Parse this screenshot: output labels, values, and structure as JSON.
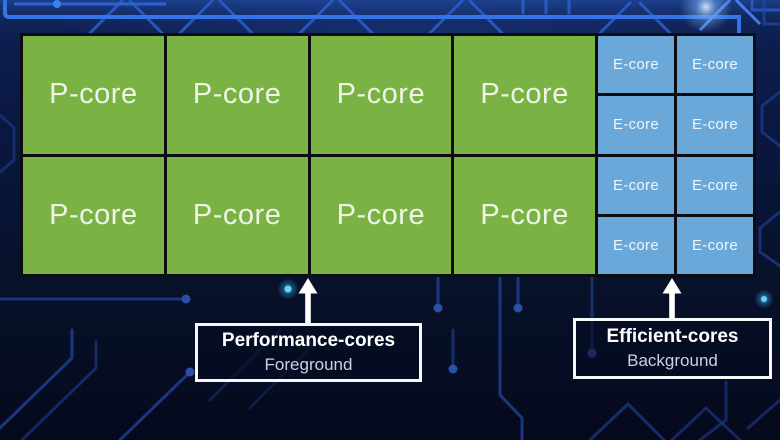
{
  "diagram": {
    "name": "hybrid-cpu-core-architecture",
    "grid": {
      "p_cores": [
        "P-core",
        "P-core",
        "P-core",
        "P-core",
        "P-core",
        "P-core",
        "P-core",
        "P-core"
      ],
      "e_cores": [
        "E-core",
        "E-core",
        "E-core",
        "E-core",
        "E-core",
        "E-core",
        "E-core",
        "E-core"
      ]
    },
    "labels": {
      "performance": {
        "title": "Performance-cores",
        "subtitle": "Foreground"
      },
      "efficient": {
        "title": "Efficient-cores",
        "subtitle": "Background"
      }
    },
    "icons": [
      "up-arrow-icon",
      "up-arrow-icon"
    ],
    "colors": {
      "p_core_green": "#7ab244",
      "e_core_blue": "#69a8d8",
      "core_text": "#f0f6f6",
      "grid_line_black": "#0b0d12",
      "background_navy_top": "#142962",
      "background_navy_bottom": "#05091d",
      "circuit_trace": "#1e3c8a",
      "circuit_trace_bright": "#3474e6",
      "glow_cyan": "#54c8f0",
      "label_border_white": "#f5f7fa",
      "label_subtitle_gray": "#c9d2de",
      "arrow_white": "#ffffff"
    }
  }
}
